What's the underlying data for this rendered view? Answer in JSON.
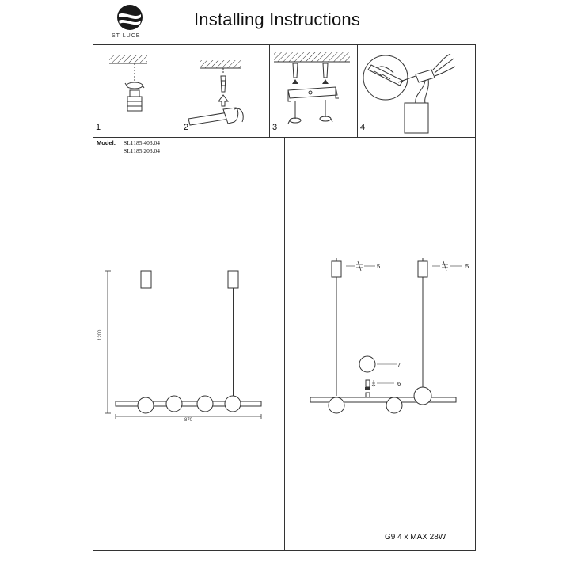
{
  "header": {
    "title": "Installing Instructions",
    "brand": "ST LUCE"
  },
  "steps": [
    "1",
    "2",
    "3",
    "4"
  ],
  "models": {
    "label": "Model:",
    "values": [
      "SL1185.403.04",
      "SL1185.203.04"
    ]
  },
  "dimensions": {
    "height": "1200",
    "width": "870"
  },
  "callouts": [
    "5",
    "5",
    "7",
    "6"
  ],
  "spec": "G9  4 x MAX 28W"
}
